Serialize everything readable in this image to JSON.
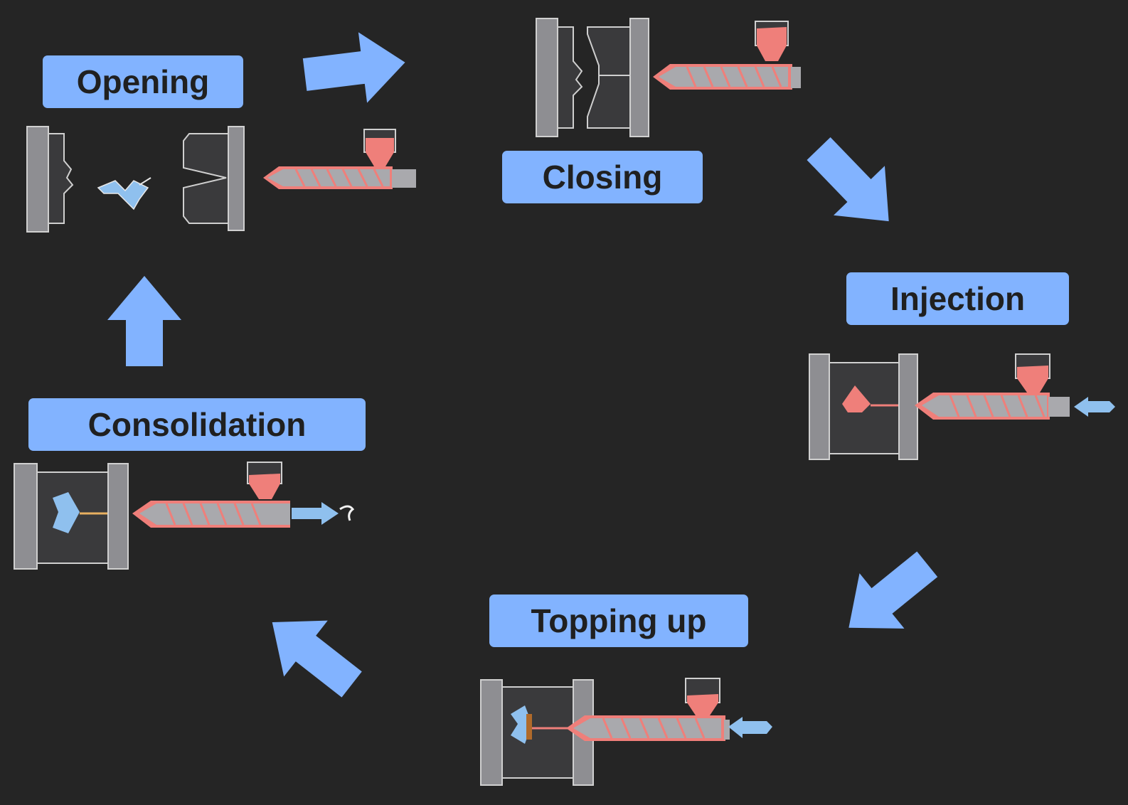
{
  "diagram": {
    "title": "",
    "steps": [
      {
        "id": "opening",
        "label": "Opening"
      },
      {
        "id": "closing",
        "label": "Closing"
      },
      {
        "id": "injection",
        "label": "Injection"
      },
      {
        "id": "topping-up",
        "label": "Topping up"
      },
      {
        "id": "consolidation",
        "label": "Consolidation"
      }
    ],
    "flow": "cyclic-clockwise"
  },
  "colors": {
    "background": "#252525",
    "label_fill": "#82b3ff",
    "label_text": "#202020",
    "arrow": "#82b3ff",
    "melt": "#ef7f7a",
    "solid_part": "#8fc0ee",
    "screw": "#a9a9ad",
    "platen": "#8e8e92",
    "mold": "#3a3a3c"
  },
  "icons": [
    "mold-open-icon",
    "mold-closed-icon",
    "screw-barrel-icon",
    "hopper-icon",
    "ejected-part-icon",
    "push-arrow-icon",
    "retract-arrow-icon"
  ]
}
